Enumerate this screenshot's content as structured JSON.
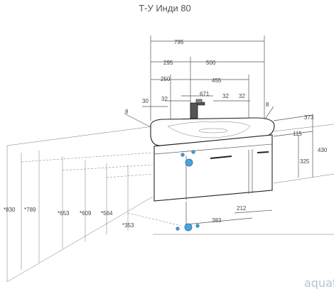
{
  "title": "Т-У Инди 80",
  "watermark": "aquat",
  "dimensions": {
    "top": [
      "795",
      "295",
      "500",
      "250",
      "455",
      "30",
      "32",
      "671",
      "32",
      "32"
    ],
    "side": [
      "8",
      "8",
      "373",
      "115",
      "430",
      "325"
    ],
    "bottom": [
      "212",
      "383"
    ],
    "heights": [
      "*830",
      "*789",
      "*653",
      "*609",
      "*564",
      "*353"
    ]
  },
  "colors": {
    "port": "#4aa3dc",
    "outline": "#222222"
  }
}
